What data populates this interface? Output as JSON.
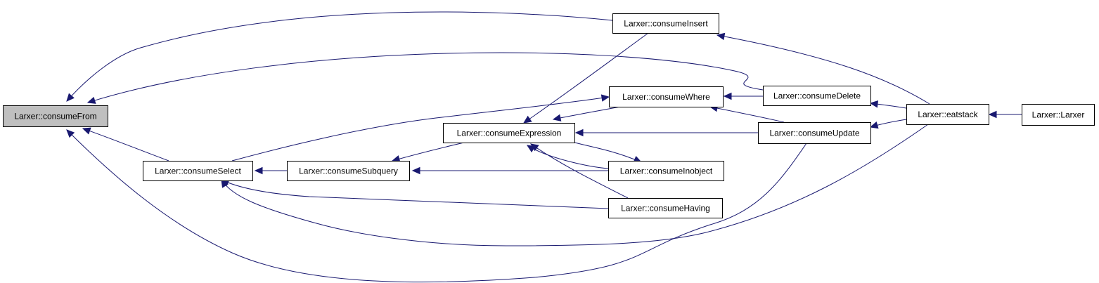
{
  "colors": {
    "edge": "#191970",
    "node_border": "#000000",
    "node_fill": "#ffffff",
    "highlight_fill": "#bfbfbf"
  },
  "nodes": [
    {
      "id": "consumeFrom",
      "label": "Larxer::consumeFrom",
      "highlight": true
    },
    {
      "id": "consumeSelect",
      "label": "Larxer::consumeSelect"
    },
    {
      "id": "consumeSubquery",
      "label": "Larxer::consumeSubquery"
    },
    {
      "id": "consumeExpression",
      "label": "Larxer::consumeExpression"
    },
    {
      "id": "consumeInsert",
      "label": "Larxer::consumeInsert"
    },
    {
      "id": "consumeWhere",
      "label": "Larxer::consumeWhere"
    },
    {
      "id": "consumeInobject",
      "label": "Larxer::consumeInobject"
    },
    {
      "id": "consumeHaving",
      "label": "Larxer::consumeHaving"
    },
    {
      "id": "consumeDelete",
      "label": "Larxer::consumeDelete"
    },
    {
      "id": "consumeUpdate",
      "label": "Larxer::consumeUpdate"
    },
    {
      "id": "eatstack",
      "label": "Larxer::eatstack"
    },
    {
      "id": "Larxer",
      "label": "Larxer::Larxer"
    }
  ],
  "edges": [
    {
      "from": "consumeInsert",
      "to": "consumeFrom"
    },
    {
      "from": "consumeDelete",
      "to": "consumeFrom"
    },
    {
      "from": "consumeSelect",
      "to": "consumeFrom"
    },
    {
      "from": "consumeUpdate",
      "to": "consumeFrom"
    },
    {
      "from": "consumeSubquery",
      "to": "consumeSelect"
    },
    {
      "from": "consumeHaving",
      "to": "consumeSelect"
    },
    {
      "from": "eatstack",
      "to": "consumeSelect"
    },
    {
      "from": "consumeSelect",
      "to": "consumeWhere"
    },
    {
      "from": "consumeExpression",
      "to": "consumeSubquery"
    },
    {
      "from": "consumeInobject",
      "to": "consumeSubquery"
    },
    {
      "from": "consumeInsert",
      "to": "consumeExpression"
    },
    {
      "from": "consumeWhere",
      "to": "consumeExpression"
    },
    {
      "from": "consumeUpdate",
      "to": "consumeExpression"
    },
    {
      "from": "consumeInobject",
      "to": "consumeExpression"
    },
    {
      "from": "consumeHaving",
      "to": "consumeExpression"
    },
    {
      "from": "consumeExpression",
      "to": "consumeInobject"
    },
    {
      "from": "consumeDelete",
      "to": "consumeWhere"
    },
    {
      "from": "consumeUpdate",
      "to": "consumeWhere"
    },
    {
      "from": "eatstack",
      "to": "consumeInsert"
    },
    {
      "from": "eatstack",
      "to": "consumeDelete"
    },
    {
      "from": "eatstack",
      "to": "consumeUpdate"
    },
    {
      "from": "Larxer",
      "to": "eatstack"
    }
  ]
}
